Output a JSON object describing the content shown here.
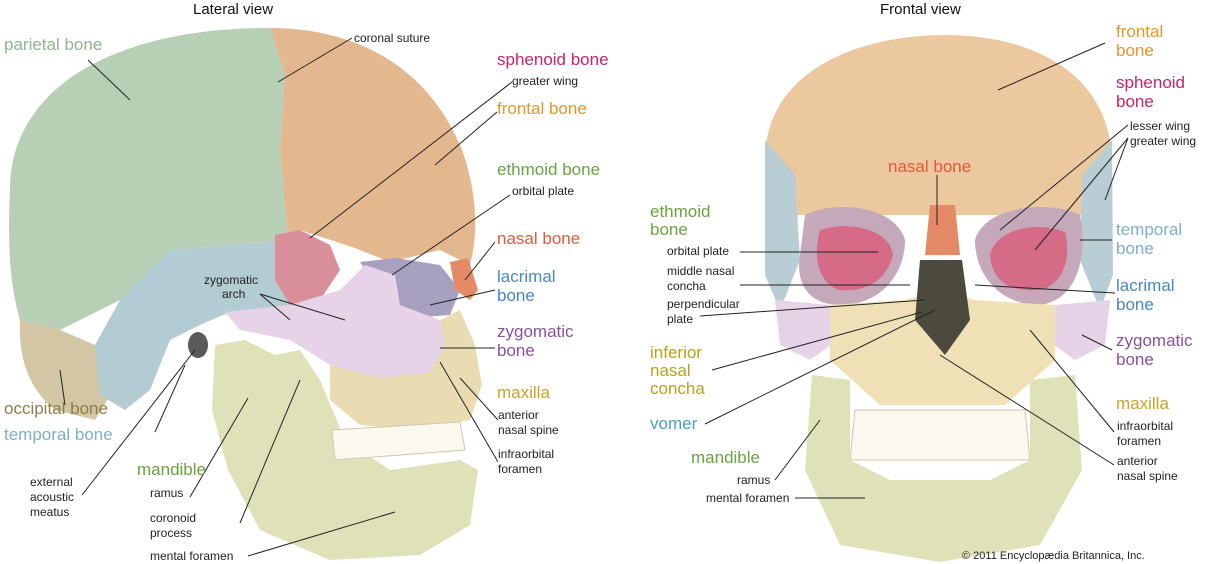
{
  "lateral": {
    "title": "Lateral view",
    "parietal": "parietal bone",
    "coronal_suture": "coronal suture",
    "sphenoid": "sphenoid bone",
    "greater_wing": "greater wing",
    "frontal": "frontal bone",
    "ethmoid": "ethmoid bone",
    "orbital_plate": "orbital plate",
    "nasal": "nasal bone",
    "lacrimal_1": "lacrimal",
    "lacrimal_2": "bone",
    "zygomatic_arch_1": "zygomatic",
    "zygomatic_arch_2": "arch",
    "zygomatic_1": "zygomatic",
    "zygomatic_2": "bone",
    "maxilla": "maxilla",
    "ans_1": "anterior",
    "ans_2": "nasal spine",
    "io_1": "infraorbital",
    "io_2": "foramen",
    "occipital": "occipital bone",
    "temporal": "temporal bone",
    "eam_1": "external",
    "eam_2": "acoustic",
    "eam_3": "meatus",
    "mandible": "mandible",
    "ramus": "ramus",
    "coronoid_1": "coronoid",
    "coronoid_2": "process",
    "mental_foramen": "mental foramen"
  },
  "frontal_view": {
    "title": "Frontal view",
    "frontal_1": "frontal",
    "frontal_2": "bone",
    "sphenoid_1": "sphenoid",
    "sphenoid_2": "bone",
    "lesser_wing": "lesser wing",
    "greater_wing": "greater wing",
    "nasal": "nasal bone",
    "ethmoid_1": "ethmoid",
    "ethmoid_2": "bone",
    "orbital_plate": "orbital plate",
    "mnc_1": "middle nasal",
    "mnc_2": "concha",
    "pp_1": "perpendicular",
    "pp_2": "plate",
    "temporal_1": "temporal",
    "temporal_2": "bone",
    "lacrimal_1": "lacrimal",
    "lacrimal_2": "bone",
    "inc_1": "inferior",
    "inc_2": "nasal",
    "inc_3": "concha",
    "zygomatic_1": "zygomatic",
    "zygomatic_2": "bone",
    "maxilla": "maxilla",
    "io_1": "infraorbital",
    "io_2": "foramen",
    "vomer": "vomer",
    "mandible": "mandible",
    "ramus": "ramus",
    "ans_1": "anterior",
    "ans_2": "nasal spine",
    "mental_foramen": "mental foramen",
    "copyright": "© 2011 Encyclopædia Britannica, Inc."
  }
}
